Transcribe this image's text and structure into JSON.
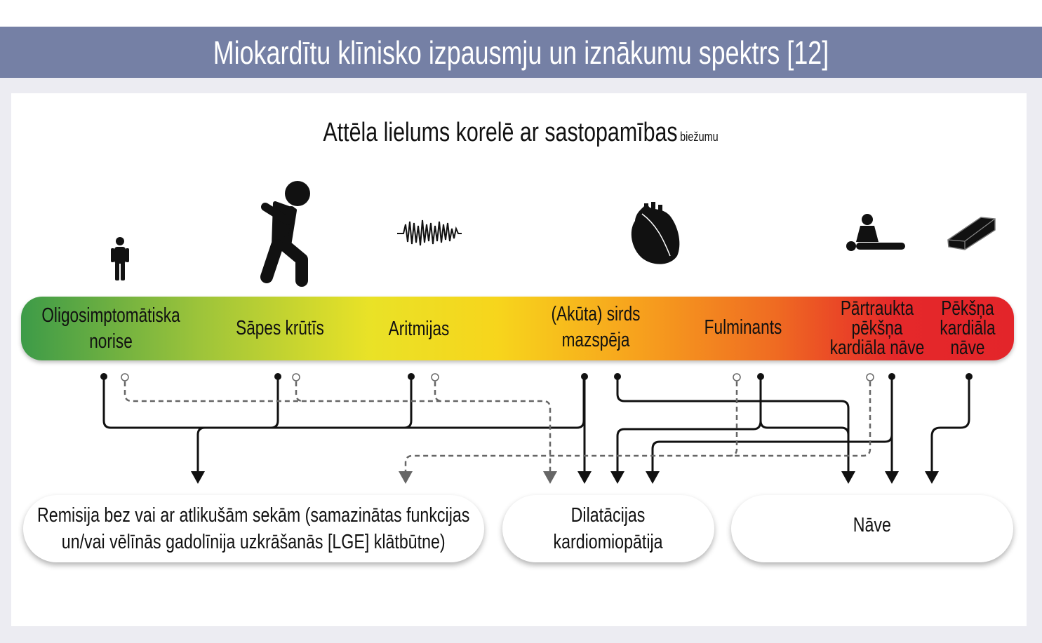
{
  "header": {
    "title": "Miokardītu klīnisko izpausmju un iznākumu spektrs [12]"
  },
  "subtitle": {
    "main": "Attēla lielums korelē ar sastopamības",
    "small": "biežumu"
  },
  "spectrum": {
    "items": [
      {
        "label_line1": "Oligosimptomātiska",
        "label_line2": "norise",
        "icon": "standing-person-icon"
      },
      {
        "label_line1": "Sāpes krūtīs",
        "icon": "chest-pain-person-icon"
      },
      {
        "label_line1": "Aritmijas",
        "icon": "ecg-waveform-icon"
      },
      {
        "label_line1": "(Akūta) sirds",
        "label_line2": "mazspēja",
        "icon": "heart-icon"
      },
      {
        "label_line1": "Fulminants"
      },
      {
        "label_line1": "Pārtraukta",
        "label_line2": "pēkšņa",
        "label_line3": "kardiāla nāve",
        "icon": "cpr-icon"
      },
      {
        "label_line1": "Pēkšņa",
        "label_line2": "kardiāla",
        "label_line3": "nāve",
        "icon": "coffin-icon"
      }
    ],
    "gradient_colors": [
      "#3d9b48",
      "#e9e227",
      "#f7a21d",
      "#e5282a"
    ]
  },
  "outcomes": {
    "remission": {
      "line1": "Remisija bez vai ar atlikušām sekām (samazinātas funkcijas",
      "line2": "un/vai vēlīnās gadolīnija uzkrāšanās [LGE] klātbūtne)"
    },
    "dcm": {
      "line1": "Dilatācijas",
      "line2": "kardiomiopātija"
    },
    "death": {
      "line1": "Nāve"
    }
  },
  "colors": {
    "banner": "#7580a5",
    "background": "#ececf2"
  }
}
